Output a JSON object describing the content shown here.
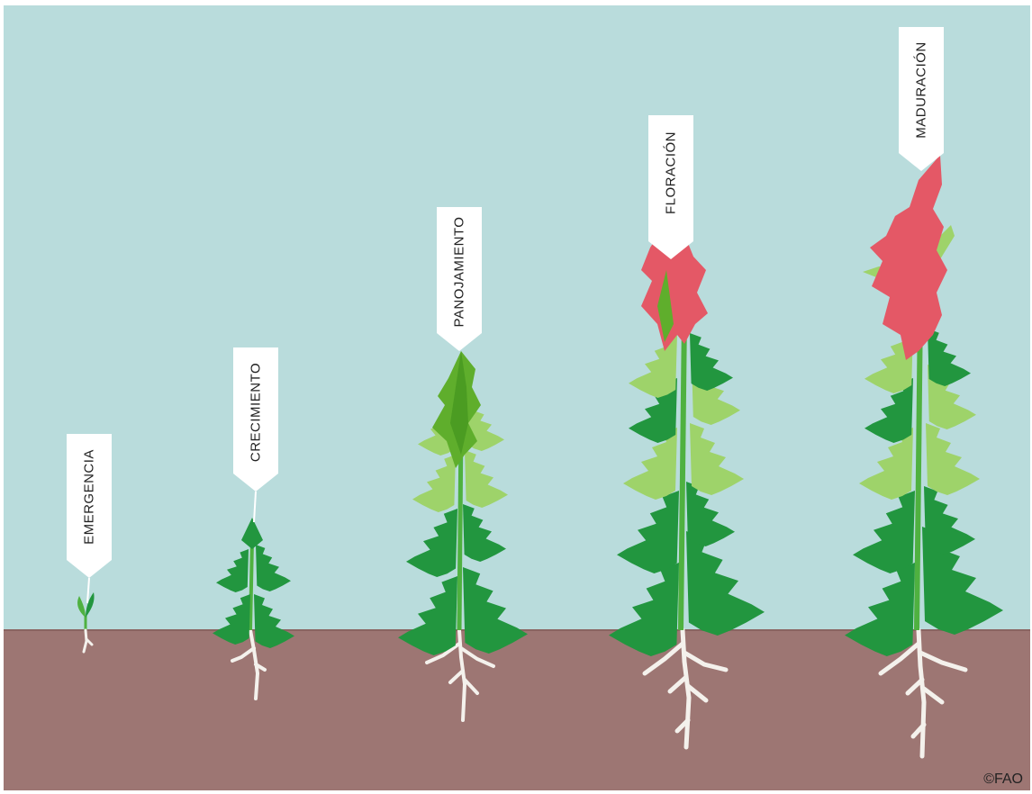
{
  "colors": {
    "sky": "#b9dcdc",
    "soil": "#9d7673",
    "leaf_dark": "#22963f",
    "leaf_mid": "#4fb140",
    "leaf_light": "#9ed36a",
    "panicle_young": "#5fae2c",
    "flower": "#e45866",
    "root": "#f4f1ec",
    "tag": "#ffffff"
  },
  "stages": [
    {
      "label": "EMERGENCIA"
    },
    {
      "label": "CRECIMIENTO"
    },
    {
      "label": "PANOJAMIENTO"
    },
    {
      "label": "FLORACIÓN"
    },
    {
      "label": "MADURACIÓN"
    }
  ],
  "credit": "©FAO"
}
